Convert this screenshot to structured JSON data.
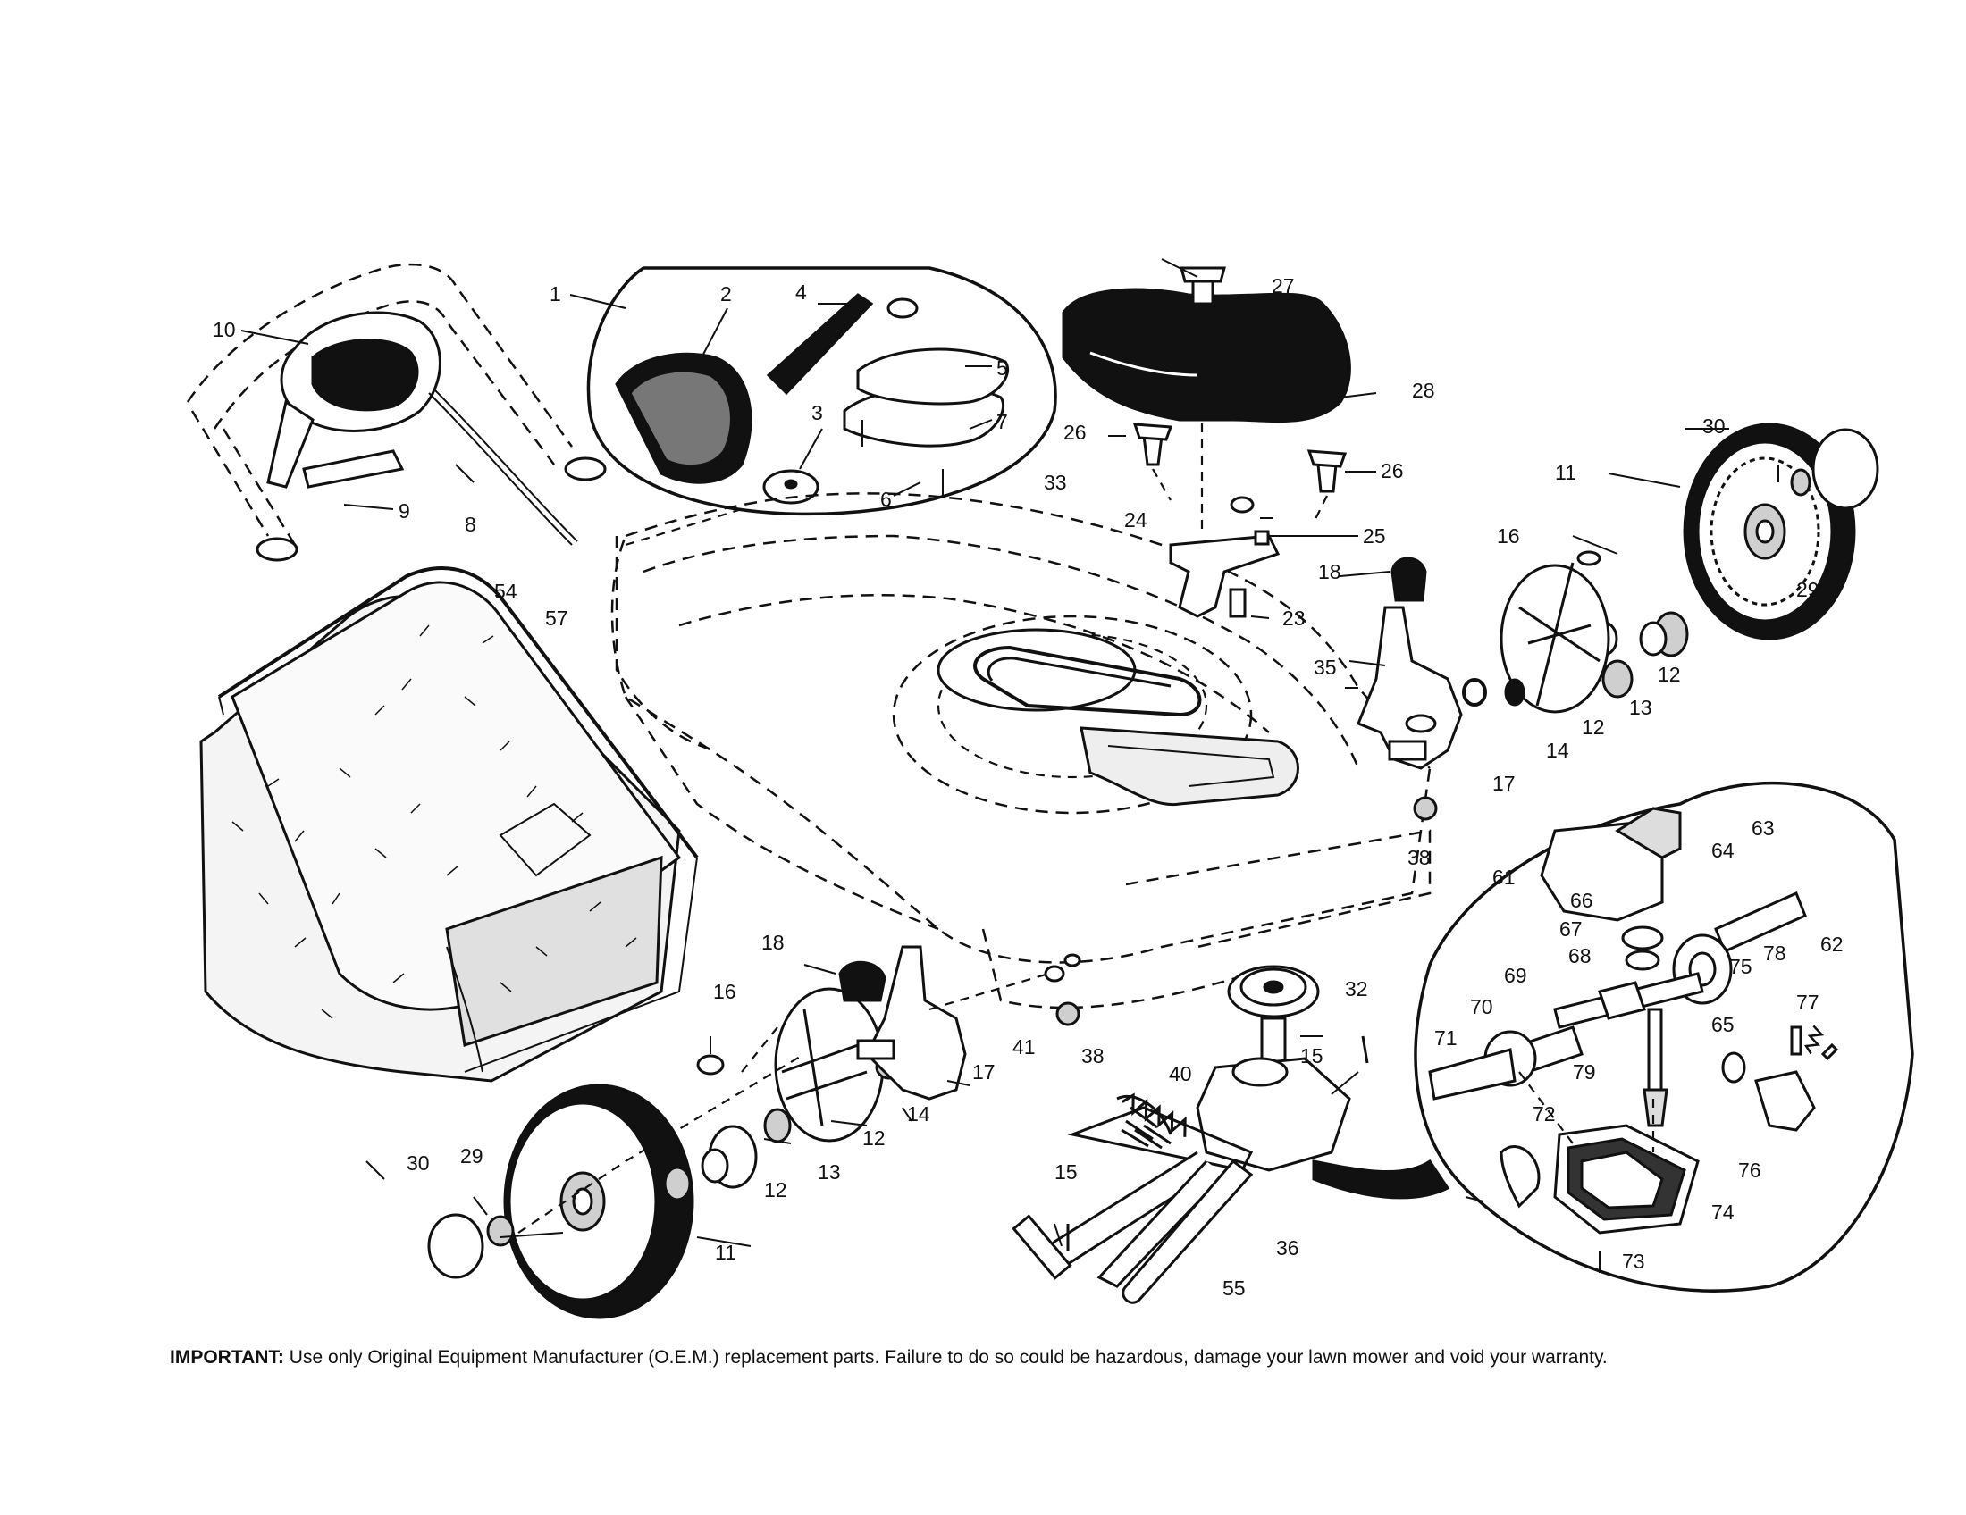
{
  "notice": {
    "label": "IMPORTANT:",
    "text": "Use only Original Equipment Manufacturer (O.E.M.) replacement parts. Failure to do so could be hazardous, damage your lawn mower and void your warranty."
  },
  "callouts": [
    {
      "id": "c1",
      "text": "1"
    },
    {
      "id": "c2",
      "text": "2"
    },
    {
      "id": "c3",
      "text": "3"
    },
    {
      "id": "c4",
      "text": "4"
    },
    {
      "id": "c5",
      "text": "5"
    },
    {
      "id": "c6",
      "text": "6"
    },
    {
      "id": "c7",
      "text": "7"
    },
    {
      "id": "c8",
      "text": "8"
    },
    {
      "id": "c9",
      "text": "9"
    },
    {
      "id": "c10",
      "text": "10"
    },
    {
      "id": "c11a",
      "text": "11"
    },
    {
      "id": "c11b",
      "text": "11"
    },
    {
      "id": "c12a",
      "text": "12"
    },
    {
      "id": "c12b",
      "text": "12"
    },
    {
      "id": "c12c",
      "text": "12"
    },
    {
      "id": "c12d",
      "text": "12"
    },
    {
      "id": "c13a",
      "text": "13"
    },
    {
      "id": "c13b",
      "text": "13"
    },
    {
      "id": "c14a",
      "text": "14"
    },
    {
      "id": "c14b",
      "text": "14"
    },
    {
      "id": "c15a",
      "text": "15"
    },
    {
      "id": "c15b",
      "text": "15"
    },
    {
      "id": "c16a",
      "text": "16"
    },
    {
      "id": "c16b",
      "text": "16"
    },
    {
      "id": "c17a",
      "text": "17"
    },
    {
      "id": "c17b",
      "text": "17"
    },
    {
      "id": "c18a",
      "text": "18"
    },
    {
      "id": "c18b",
      "text": "18"
    },
    {
      "id": "c23",
      "text": "23"
    },
    {
      "id": "c24",
      "text": "24"
    },
    {
      "id": "c25",
      "text": "25"
    },
    {
      "id": "c26a",
      "text": "26"
    },
    {
      "id": "c26b",
      "text": "26"
    },
    {
      "id": "c27",
      "text": "27"
    },
    {
      "id": "c28",
      "text": "28"
    },
    {
      "id": "c29a",
      "text": "29"
    },
    {
      "id": "c29b",
      "text": "29"
    },
    {
      "id": "c30a",
      "text": "30"
    },
    {
      "id": "c30b",
      "text": "30"
    },
    {
      "id": "c32",
      "text": "32"
    },
    {
      "id": "c33",
      "text": "33"
    },
    {
      "id": "c35",
      "text": "35"
    },
    {
      "id": "c36",
      "text": "36"
    },
    {
      "id": "c38a",
      "text": "38"
    },
    {
      "id": "c38b",
      "text": "38"
    },
    {
      "id": "c40",
      "text": "40"
    },
    {
      "id": "c41",
      "text": "41"
    },
    {
      "id": "c54",
      "text": "54"
    },
    {
      "id": "c55",
      "text": "55"
    },
    {
      "id": "c57",
      "text": "57"
    },
    {
      "id": "c61",
      "text": "61"
    },
    {
      "id": "c62",
      "text": "62"
    },
    {
      "id": "c63",
      "text": "63"
    },
    {
      "id": "c64",
      "text": "64"
    },
    {
      "id": "c65",
      "text": "65"
    },
    {
      "id": "c66",
      "text": "66"
    },
    {
      "id": "c67",
      "text": "67"
    },
    {
      "id": "c68",
      "text": "68"
    },
    {
      "id": "c69",
      "text": "69"
    },
    {
      "id": "c70",
      "text": "70"
    },
    {
      "id": "c71",
      "text": "71"
    },
    {
      "id": "c72",
      "text": "72"
    },
    {
      "id": "c73",
      "text": "73"
    },
    {
      "id": "c74",
      "text": "74"
    },
    {
      "id": "c75",
      "text": "75"
    },
    {
      "id": "c76",
      "text": "76"
    },
    {
      "id": "c77",
      "text": "77"
    },
    {
      "id": "c78",
      "text": "78"
    },
    {
      "id": "c79",
      "text": "79"
    }
  ]
}
